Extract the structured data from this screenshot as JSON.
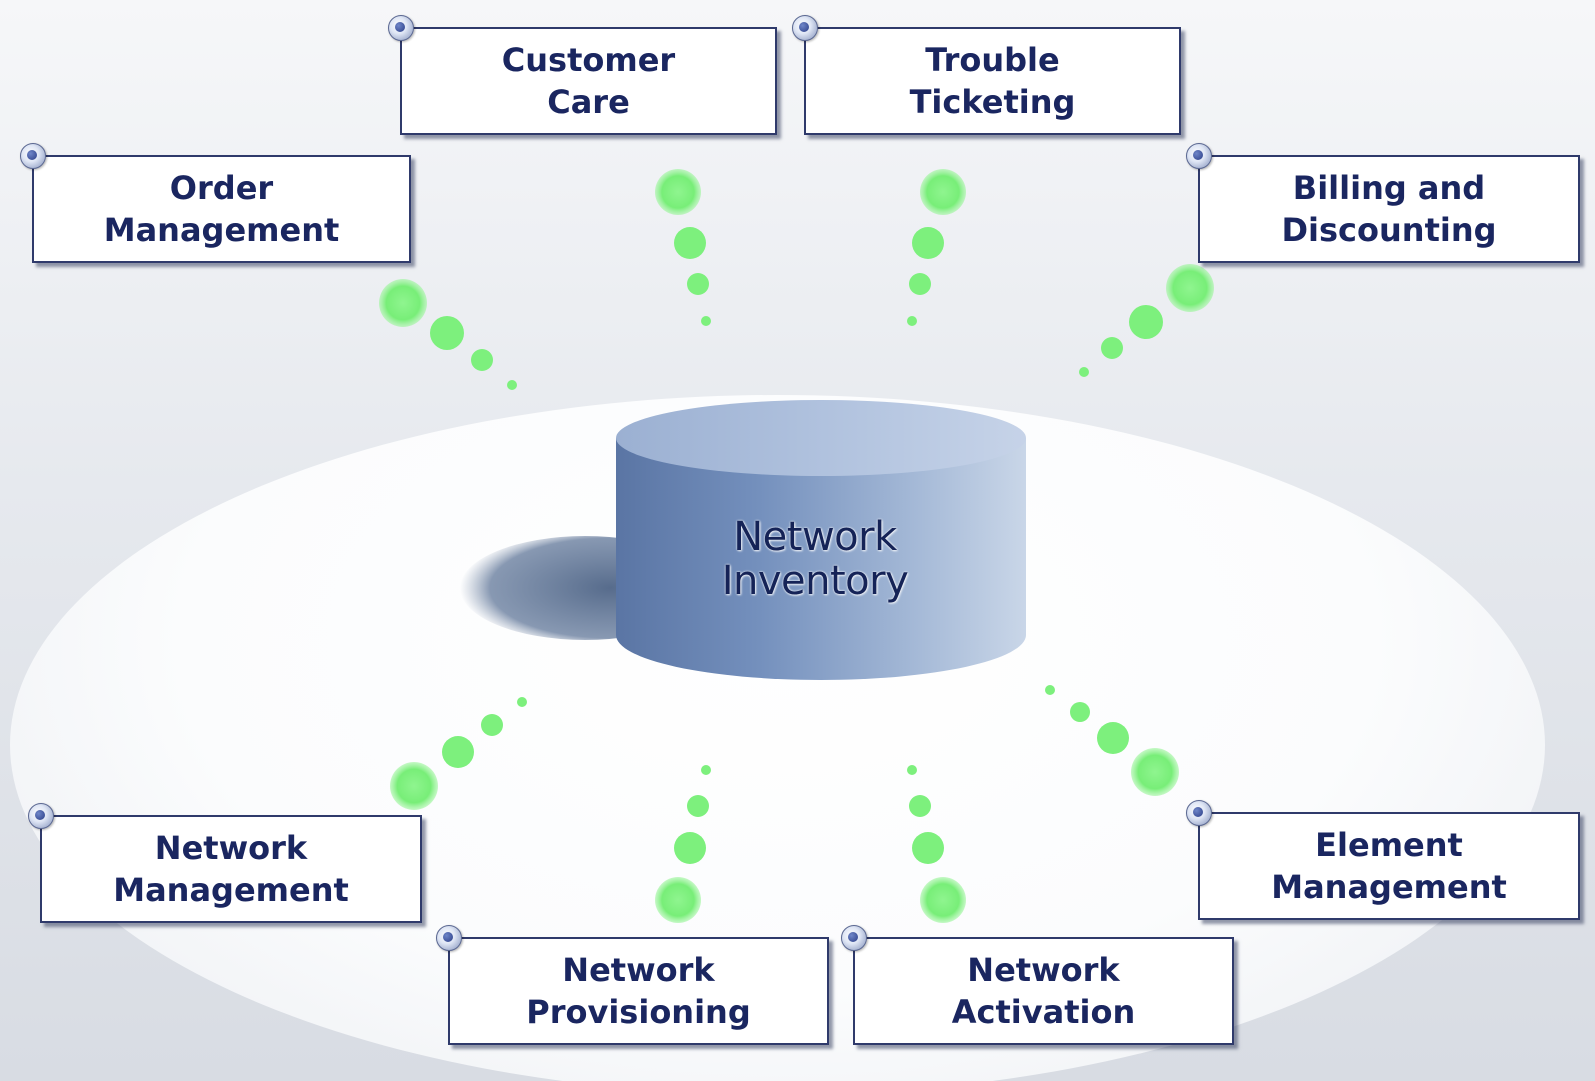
{
  "center": {
    "line1": "Network",
    "line2": "Inventory"
  },
  "systems": {
    "customer_care": "Customer\nCare",
    "trouble_ticketing": "Trouble\nTicketing",
    "order_management": "Order\nManagement",
    "billing_discounting": "Billing and\nDiscounting",
    "network_management": "Network\nManagement",
    "element_management": "Element\nManagement",
    "network_provisioning": "Network\nProvisioning",
    "network_activation": "Network\nActivation"
  },
  "colors": {
    "connector_dots": "#7df07d",
    "box_border": "#2f3a6b",
    "box_text": "#1a2660",
    "cylinder": "#7f97bf"
  },
  "icons": {
    "box_marker": "globe-orb-icon"
  }
}
